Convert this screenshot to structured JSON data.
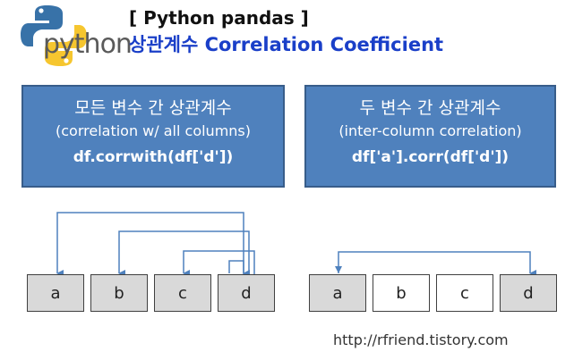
{
  "logo": {
    "text": "python"
  },
  "header": {
    "title": "[ Python pandas ]",
    "subtitle": "상관계수 Correlation Coefficient"
  },
  "panels": {
    "left": {
      "heading": "모든 변수 간 상관계수",
      "sub": "(correlation w/ all columns)",
      "code": "df.corrwith(df['d'])"
    },
    "right": {
      "heading": "두 변수 간 상관계수",
      "sub": "(inter-column correlation)",
      "code": "df['a'].corr(df['d'])"
    }
  },
  "left_columns": [
    {
      "label": "a",
      "highlighted": true
    },
    {
      "label": "b",
      "highlighted": true
    },
    {
      "label": "c",
      "highlighted": true
    },
    {
      "label": "d",
      "highlighted": true
    }
  ],
  "right_columns": [
    {
      "label": "a",
      "highlighted": true
    },
    {
      "label": "b",
      "highlighted": false
    },
    {
      "label": "c",
      "highlighted": false
    },
    {
      "label": "d",
      "highlighted": true
    }
  ],
  "footer": {
    "url": "http://rfriend.tistory.com"
  },
  "colors": {
    "panel_fill": "#4f81bd",
    "panel_border": "#385d8a",
    "subtitle": "#1a3fc8",
    "arrow": "#4f81bd",
    "highlight_box": "#d9d9d9"
  }
}
